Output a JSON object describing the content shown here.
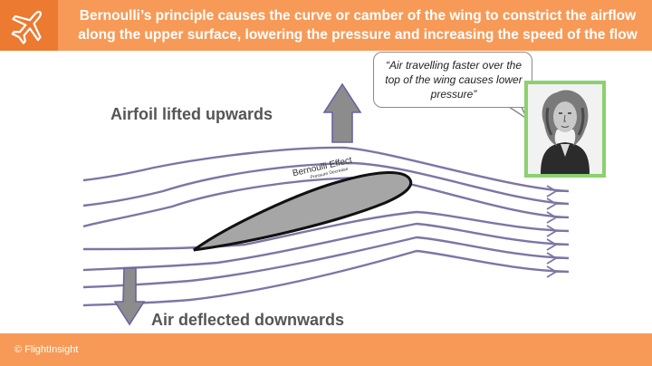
{
  "header": {
    "title": "Bernoulli’s principle causes the curve or camber of the wing to constrict the airflow\nalong the upper surface, lowering the pressure and increasing the speed of the flow"
  },
  "diagram": {
    "lift_label": "Airfoil lifted upwards",
    "downwash_label": "Air deflected downwards",
    "bernoulli_label": "Bernoulli Effect",
    "pressure_label": "Pressure Decrease",
    "quote": "“Air travelling faster over the\ntop of the wing causes lower\npressure”"
  },
  "footer": {
    "copyright": "© FlightInsight"
  },
  "colors": {
    "header_bg": "#f79a57",
    "logo_bg": "#ec7a30",
    "streamline": "#7d75a6",
    "airfoil_fill": "#a6a6a6",
    "arrow_fill": "#8c8c8c",
    "portrait_frame": "#8bd16f"
  },
  "icons": [
    "airplane-icon"
  ]
}
